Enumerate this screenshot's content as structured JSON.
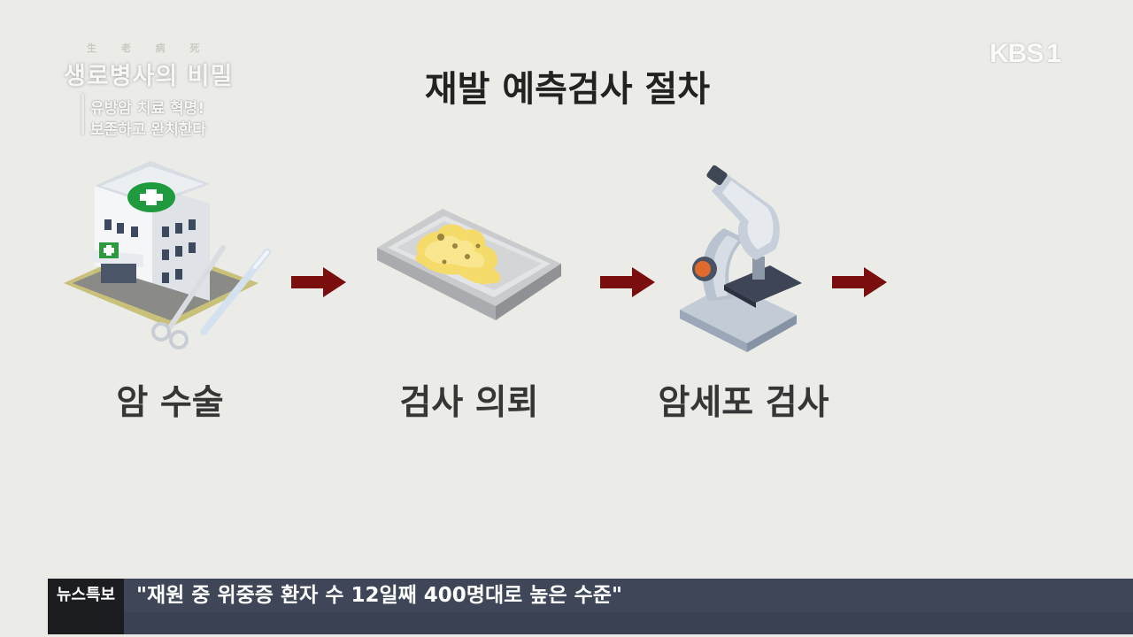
{
  "program": {
    "small_marks": "生 老 病 死",
    "title": "생로병사의 비밀",
    "subtitle_1": "유방암 치료 혁명!",
    "subtitle_2": "보존하고 완치한다"
  },
  "channel": {
    "name": "KBS",
    "number": "1"
  },
  "title": "재발 예측검사 절차",
  "steps": [
    {
      "label": "암 수술",
      "icon": "hospital-surgery-icon"
    },
    {
      "label": "검사 의뢰",
      "icon": "tissue-tray-icon"
    },
    {
      "label": "암세포 검사",
      "icon": "microscope-icon"
    }
  ],
  "arrow_color": "#7a0d0d",
  "ticker": {
    "tag": "뉴스특보",
    "headline": "\"재원 중 위중증 환자 수 12일째 400명대로 높은 수준\""
  }
}
